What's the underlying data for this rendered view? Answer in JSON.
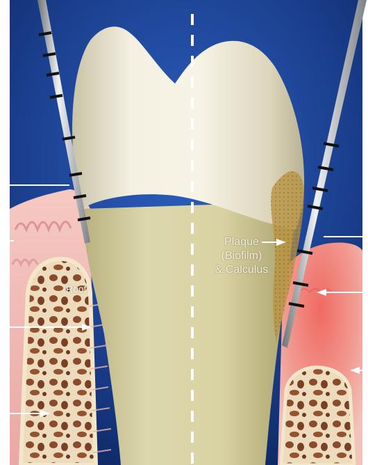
{
  "labels": {
    "root": "Root",
    "plaque_line1": "Plaque",
    "plaque_line2": "(Biofilm)",
    "plaque_line3": "& Calculus"
  },
  "colors": {
    "background_blue": "#1b3f8e",
    "tooth_enamel": "#efe9d6",
    "tooth_root": "#d8d2a6",
    "gum_healthy": "#f0b6b2",
    "gum_inflamed": "#e56c66",
    "bone": "#e9d8b8",
    "bone_marrow": "#8a4a2c",
    "calculus": "#b98f3a",
    "probe_steel": "#bfc4c8",
    "probe_marking": "#111111",
    "arrow": "#ffffff"
  },
  "icons": {
    "left_probe": "periodontal-probe",
    "right_probe": "periodontal-probe",
    "center_line": "dashed-midline"
  }
}
